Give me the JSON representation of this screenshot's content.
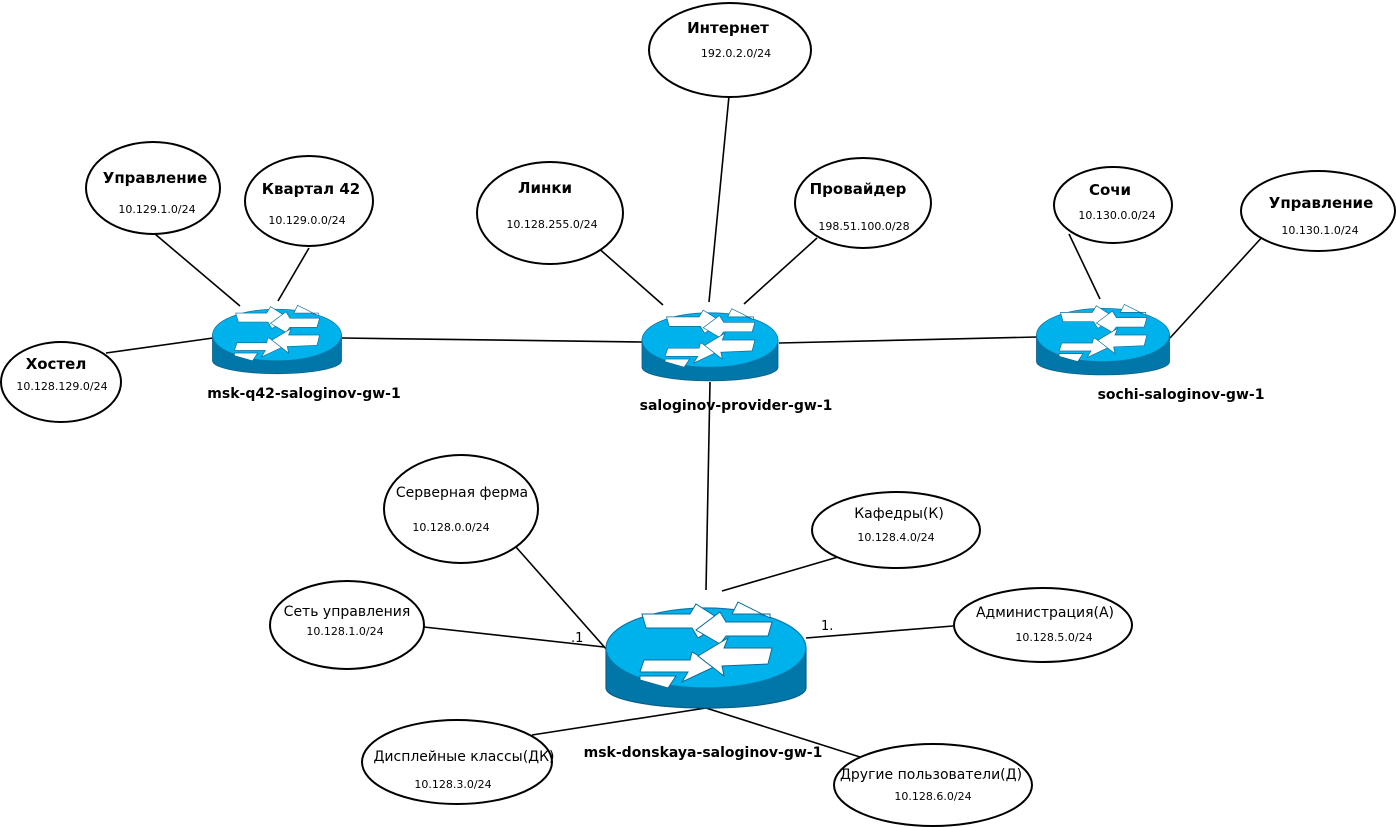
{
  "routers": {
    "q42": {
      "name": "msk-q42-saloginov-gw-1"
    },
    "provider": {
      "name": "saloginov-provider-gw-1"
    },
    "sochi": {
      "name": "sochi-saloginov-gw-1"
    },
    "donskaya": {
      "name": "msk-donskaya-saloginov-gw-1"
    }
  },
  "networks": {
    "upravlenie_q42": {
      "label": "Управление",
      "subnet": "10.129.1.0/24"
    },
    "kvartal42": {
      "label": "Квартал 42",
      "subnet": "10.129.0.0/24"
    },
    "hostel": {
      "label": "Хостел",
      "subnet": "10.128.129.0/24"
    },
    "linki": {
      "label": "Линки",
      "subnet": "10.128.255.0/24"
    },
    "internet": {
      "label": "Интернет",
      "subnet": "192.0.2.0/24"
    },
    "provider": {
      "label": "Провайдер",
      "subnet": "198.51.100.0/28"
    },
    "sochi": {
      "label": "Сочи",
      "subnet": "10.130.0.0/24"
    },
    "upravlenie_sochi": {
      "label": "Управление",
      "subnet": "10.130.1.0/24"
    },
    "server_farm": {
      "label": "Серверная ферма",
      "subnet": "10.128.0.0/24"
    },
    "kafedry": {
      "label": "Кафедры(К)",
      "subnet": "10.128.4.0/24"
    },
    "mgmt_net": {
      "label": "Сеть управления",
      "subnet": "10.128.1.0/24"
    },
    "admin": {
      "label": "Администрация(А)",
      "subnet": "10.128.5.0/24"
    },
    "display_classes": {
      "label": "Дисплейные классы(ДК)",
      "subnet": "10.128.3.0/24"
    },
    "other_users": {
      "label": "Другие пользователи(Д)",
      "subnet": "10.128.6.0/24"
    }
  },
  "ports": {
    "left": ".1",
    "right": "1."
  },
  "colors": {
    "router_top": "#00b2ec",
    "router_body": "#0077a8",
    "router_arrows": "#ffffff",
    "outline": "#000000"
  }
}
